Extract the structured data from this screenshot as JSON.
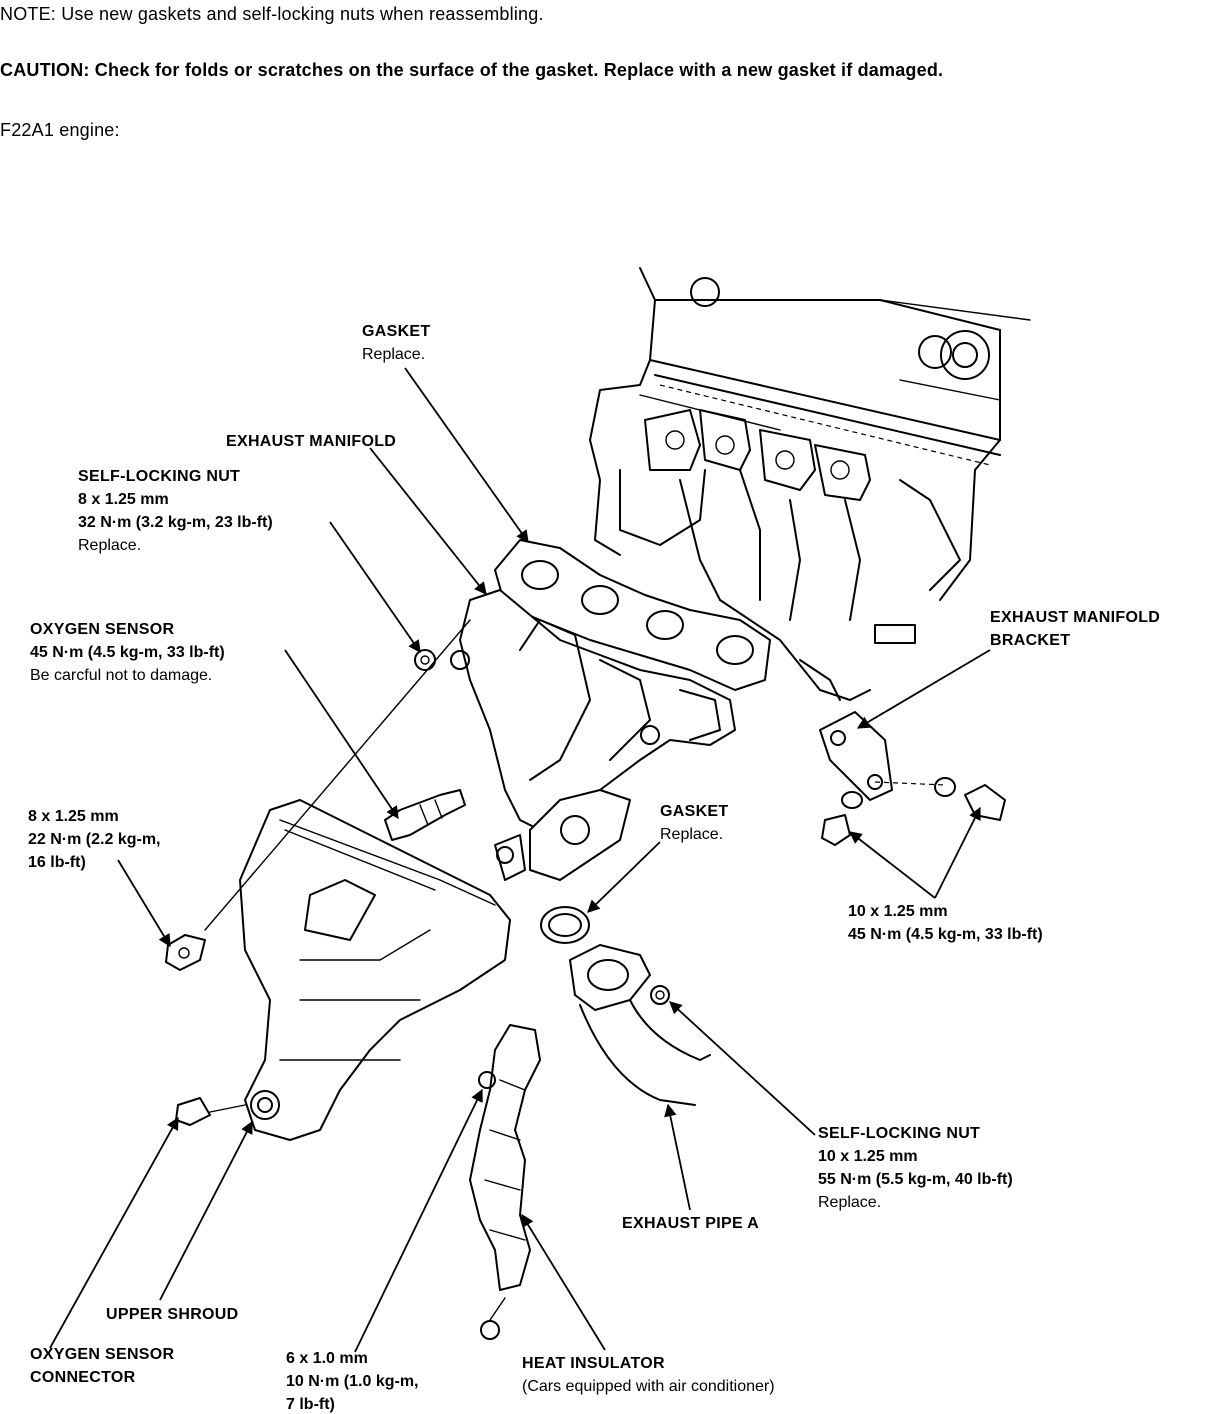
{
  "header": {
    "note_label": "NOTE:",
    "note_text": "Use new gaskets and self-locking nuts when reassembling.",
    "caution_label": "CAUTION:",
    "caution_text": "Check for folds or scratches on the surface of the gasket. Replace with a new gasket if damaged.",
    "engine": "F22A1 engine:"
  },
  "callouts": {
    "gasket_top": {
      "title": "GASKET",
      "lines": [
        "Replace."
      ]
    },
    "exhaust_manifold": {
      "title": "EXHAUST MANIFOLD"
    },
    "self_locking_nut_top": {
      "title": "SELF-LOCKING NUT",
      "spec": "8 x 1.25 mm",
      "torque": "32 N·m (3.2 kg-m, 23 lb-ft)",
      "note": "Replace."
    },
    "oxygen_sensor": {
      "title": "OXYGEN SENSOR",
      "torque": "45 N·m (4.5 kg-m, 33 lb-ft)",
      "note": "Be carcful not to damage."
    },
    "manifold_bracket": {
      "title_1": "EXHAUST MANIFOLD",
      "title_2": "BRACKET"
    },
    "bolt_8": {
      "spec": "8 x 1.25 mm",
      "torque_1": "22 N·m (2.2 kg-m,",
      "torque_2": "16 lb-ft)"
    },
    "gasket_mid": {
      "title": "GASKET",
      "lines": [
        "Replace."
      ]
    },
    "bolt_10": {
      "spec": "10 x 1.25 mm",
      "torque": "45 N·m (4.5 kg-m, 33 lb-ft)"
    },
    "self_locking_nut_bottom": {
      "title": "SELF-LOCKING NUT",
      "spec": "10 x 1.25 mm",
      "torque": "55 N·m (5.5 kg-m, 40 lb-ft)",
      "note": "Replace."
    },
    "exhaust_pipe_a": {
      "title": "EXHAUST PIPE A"
    },
    "upper_shroud": {
      "title": "UPPER SHROUD"
    },
    "oxygen_sensor_connector": {
      "title_1": "OXYGEN SENSOR",
      "title_2": "CONNECTOR"
    },
    "bolt_6": {
      "spec": "6 x 1.0 mm",
      "torque_1": "10 N·m (1.0 kg-m,",
      "torque_2": "7 lb-ft)"
    },
    "heat_insulator": {
      "title": "HEAT INSULATOR",
      "note": "(Cars equipped with air conditioner)"
    }
  }
}
